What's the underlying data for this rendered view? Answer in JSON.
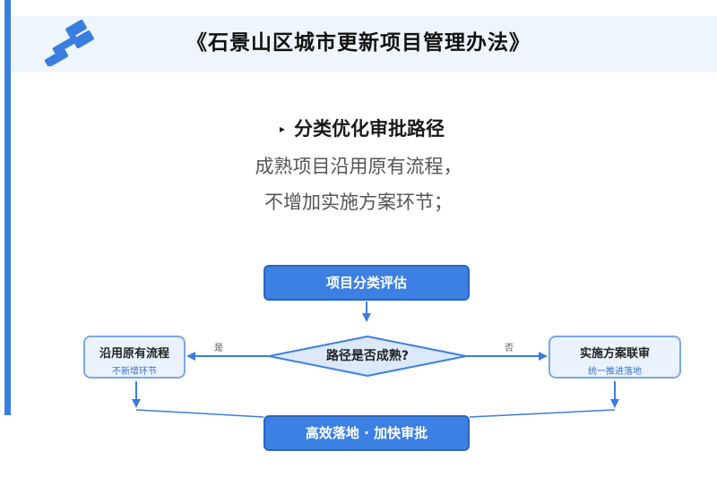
{
  "header": {
    "title": "《石景山区城市更新项目管理办法》",
    "icon": "gavel-icon"
  },
  "content": {
    "subtitle": "分类优化审批路径",
    "subtitle_bullet": "▸",
    "line1": "成熟项目沿用原有流程，",
    "line2": "不增加实施方案环节；"
  },
  "flowchart": {
    "start": "项目分类评估",
    "decision": "路径是否成熟?",
    "yes_label": "是",
    "no_label": "否",
    "yes_branch": {
      "title": "沿用原有流程",
      "note": "不新增环节"
    },
    "no_branch": {
      "title": "实施方案联审",
      "note": "统一推进落地"
    },
    "end": "高效落地 · 加快审批"
  },
  "colors": {
    "accent": "#3a7de0",
    "box_fill": "#3d80e3",
    "side_fill": "#eaf3fd",
    "header_bg": "#eef5fd"
  }
}
